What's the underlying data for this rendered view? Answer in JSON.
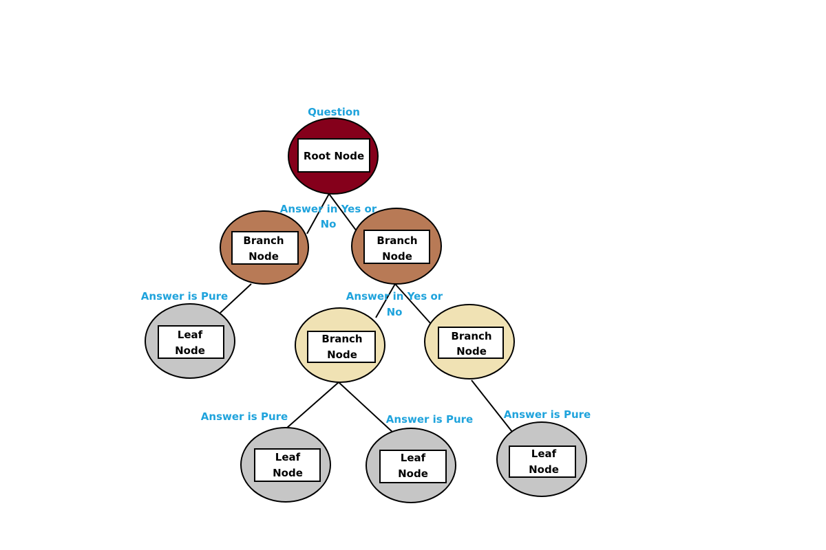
{
  "colors": {
    "root": "#85001b",
    "branch_top": "#b87a56",
    "branch_low": "#f0e2b4",
    "leaf": "#c6c6c6",
    "annotation": "#1fa3dc"
  },
  "nodes": {
    "root": {
      "line1": "Root Node",
      "line2": ""
    },
    "branch_left": {
      "line1": "Branch",
      "line2": "Node"
    },
    "branch_right": {
      "line1": "Branch",
      "line2": "Node"
    },
    "leaf_left": {
      "line1": "Leaf",
      "line2": "Node"
    },
    "branch_mid": {
      "line1": "Branch",
      "line2": "Node"
    },
    "branch_far": {
      "line1": "Branch",
      "line2": "Node"
    },
    "leaf_1": {
      "line1": "Leaf",
      "line2": "Node"
    },
    "leaf_2": {
      "line1": "Leaf",
      "line2": "Node"
    },
    "leaf_3": {
      "line1": "Leaf",
      "line2": "Node"
    }
  },
  "annotations": {
    "question": "Question",
    "yes_no_1_line1": "Answer in Yes or",
    "yes_no_1_line2": "No",
    "yes_no_2_line1": "Answer in Yes or",
    "yes_no_2_line2": "No",
    "pure_1": "Answer is Pure",
    "pure_2": "Answer is Pure",
    "pure_3": "Answer is Pure",
    "pure_4": "Answer is Pure"
  }
}
